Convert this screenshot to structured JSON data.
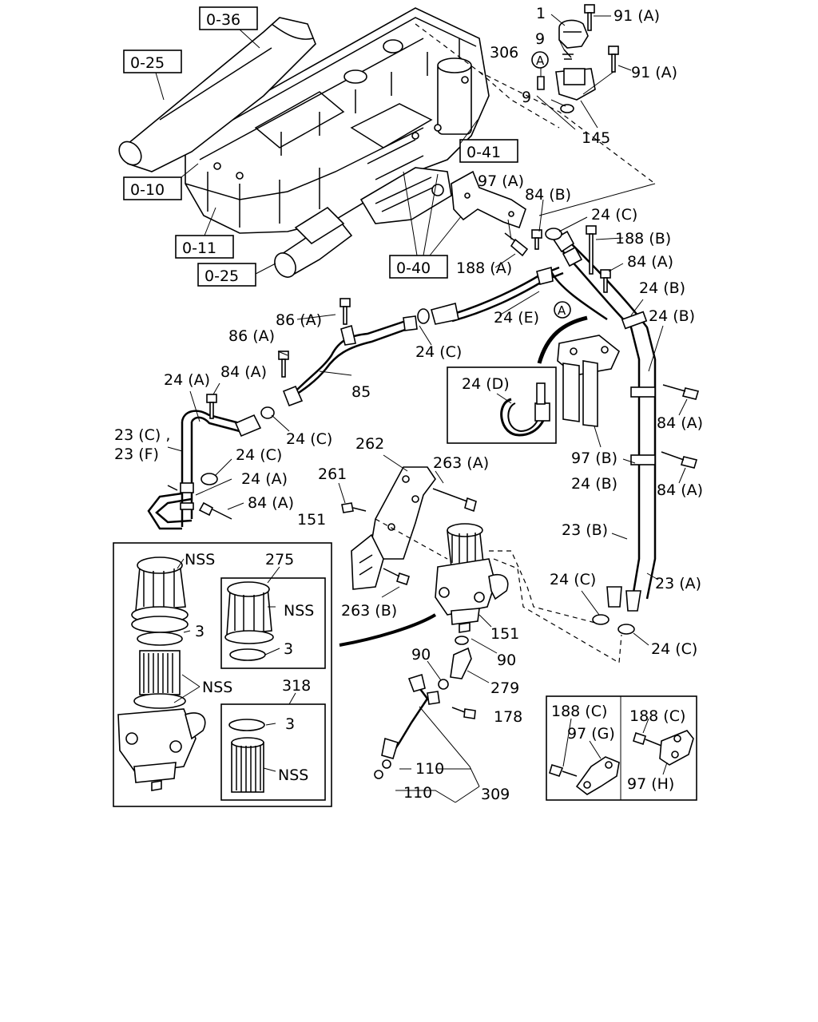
{
  "refs": {
    "r036": "0-36",
    "r025a": "0-25",
    "r010": "0-10",
    "r011": "0-11",
    "r025b": "0-25",
    "r040": "0-40",
    "r041": "0-41"
  },
  "labels": {
    "l1": "1",
    "l91a1": "91 (A)",
    "l9a": "9",
    "l306": "306",
    "l91a2": "91 (A)",
    "l9b": "9",
    "l145": "145",
    "lA1": "A",
    "l97a": "97 (A)",
    "l84b": "84 (B)",
    "l24c1": "24 (C)",
    "l188b": "188 (B)",
    "l188a": "188 (A)",
    "l84a1": "84 (A)",
    "l24b1": "24 (B)",
    "l24b2": "24 (B)",
    "l86a1": "86 (A)",
    "l24e": "24 (E)",
    "lA2": "A",
    "l86a2": "86 (A)",
    "l24c2": "24 (C)",
    "l24a1": "24 (A)",
    "l84a2": "84 (A)",
    "l85": "85",
    "l24d": "24 (D)",
    "l84a3": "84 (A)",
    "l23c": "23 (C) ,",
    "l23f": "23 (F)",
    "l24c3": "24 (C)",
    "l24c4": "24 (C)",
    "l97b": "97 (B)",
    "l262": "262",
    "l263a": "263 (A)",
    "l24a2": "24 (A)",
    "l261": "261",
    "l24b3": "24 (B)",
    "l84a4": "84 (A)",
    "l84a5": "84 (A)",
    "l151a": "151",
    "l23b": "23 (B)",
    "lnss1": "NSS",
    "l275": "275",
    "l24c5": "24 (C)",
    "l23a": "23 (A)",
    "lnss2": "NSS",
    "l3a": "3",
    "l263b": "263 (B)",
    "l151b": "151",
    "l3b": "3",
    "l90a": "90",
    "l90b": "90",
    "l24c6": "24 (C)",
    "lnss3": "NSS",
    "l318": "318",
    "l279": "279",
    "l188c1": "188 (C)",
    "l188c2": "188 (C)",
    "l3c": "3",
    "l178": "178",
    "l97g": "97 (G)",
    "lnss4": "NSS",
    "l110a": "110",
    "l97h": "97 (H)",
    "l110b": "110",
    "l309": "309"
  }
}
